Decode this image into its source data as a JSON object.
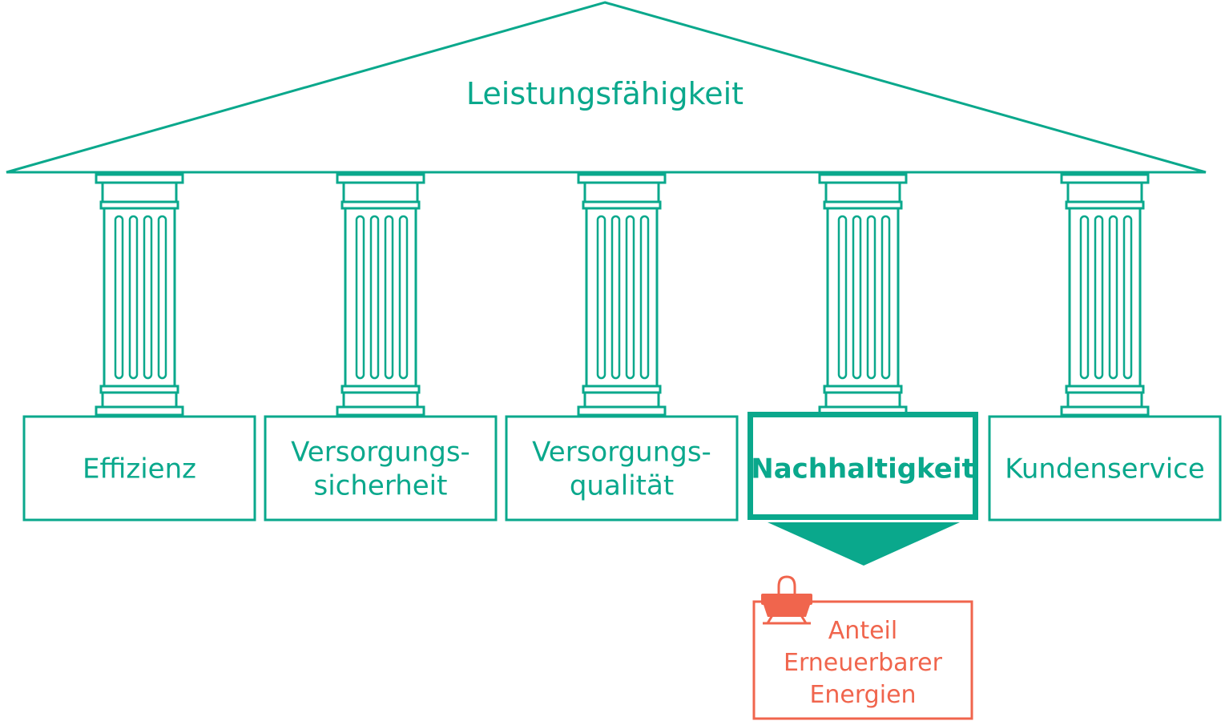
{
  "roof": {
    "title": "Leistungsfähigkeit"
  },
  "pillars": [
    {
      "lines": [
        "Effizienz"
      ],
      "active": false
    },
    {
      "lines": [
        "Versorgungs-",
        "sicherheit"
      ],
      "active": false
    },
    {
      "lines": [
        "Versorgungs-",
        "qualität"
      ],
      "active": false
    },
    {
      "lines": [
        "Nachhaltigkeit"
      ],
      "active": true
    },
    {
      "lines": [
        "Kundenservice"
      ],
      "active": false
    }
  ],
  "note": {
    "lines": [
      "Anteil",
      "Erneuerbarer",
      "Energien"
    ],
    "icon": "paper-clip-icon"
  },
  "colors": {
    "primary": "#0aa88c",
    "accent": "#f0654d"
  }
}
